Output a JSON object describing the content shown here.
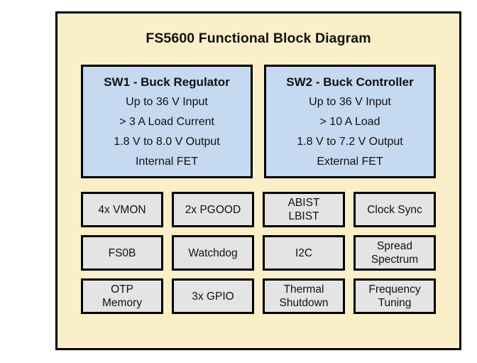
{
  "diagram": {
    "title": "FS5600 Functional Block Diagram",
    "colors": {
      "background": "#faefc8",
      "switcher_block": "#c5d9f1",
      "feature_block": "#e4e4e4",
      "border": "#000000",
      "text": "#111111"
    },
    "switchers": [
      {
        "heading": "SW1 - Buck Regulator",
        "lines": [
          "Up to 36 V Input",
          "> 3 A Load Current",
          "1.8 V to 8.0 V Output",
          "Internal FET"
        ]
      },
      {
        "heading": "SW2 - Buck Controller",
        "lines": [
          "Up to 36 V Input",
          "> 10 A Load",
          "1.8 V to 7.2 V Output",
          "External FET"
        ]
      }
    ],
    "feature_rows": [
      [
        {
          "lines": [
            "4x VMON"
          ]
        },
        {
          "lines": [
            "2x PGOOD"
          ]
        },
        {
          "lines": [
            "ABIST",
            "LBIST"
          ]
        },
        {
          "lines": [
            "Clock Sync"
          ]
        }
      ],
      [
        {
          "lines": [
            "FS0B"
          ]
        },
        {
          "lines": [
            "Watchdog"
          ]
        },
        {
          "lines": [
            "I2C"
          ]
        },
        {
          "lines": [
            "Spread",
            "Spectrum"
          ]
        }
      ],
      [
        {
          "lines": [
            "OTP",
            "Memory"
          ]
        },
        {
          "lines": [
            "3x GPIO"
          ]
        },
        {
          "lines": [
            "Thermal",
            "Shutdown"
          ]
        },
        {
          "lines": [
            "Frequency",
            "Tuning"
          ]
        }
      ]
    ]
  }
}
